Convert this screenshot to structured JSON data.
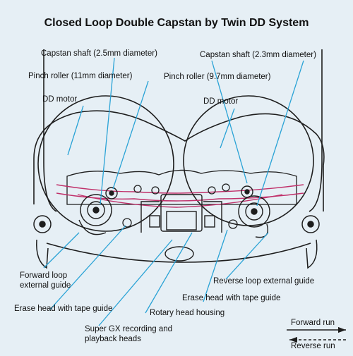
{
  "title": "Closed Loop Double Capstan by Twin DD System",
  "labels": {
    "capstan_shaft_left": "Capstan shaft (2.5mm diameter)",
    "capstan_shaft_right": "Capstan shaft (2.3mm diameter)",
    "pinch_roller_left": "Pinch roller (11mm diameter)",
    "pinch_roller_right": "Pinch roller (9.7mm diameter)",
    "dd_motor_left": "DD motor",
    "dd_motor_right": "DD motor",
    "forward_loop_line1": "Forward loop",
    "forward_loop_line2": "external guide",
    "reverse_loop": "Reverse loop external guide",
    "erase_head_left": "Erase head with tape guide",
    "erase_head_right": "Erase head with tape guide",
    "rotary_head_housing": "Rotary head housing",
    "super_gx_line1": "Super GX recording and",
    "super_gx_line2": "playback heads"
  },
  "legend": {
    "forward_run": "Forward run",
    "reverse_run": "Reverse run"
  },
  "colors": {
    "background": "#e6eff5",
    "line": "#1e1e1e",
    "tape": "#c0306a",
    "leader": "#2aa3d6"
  }
}
